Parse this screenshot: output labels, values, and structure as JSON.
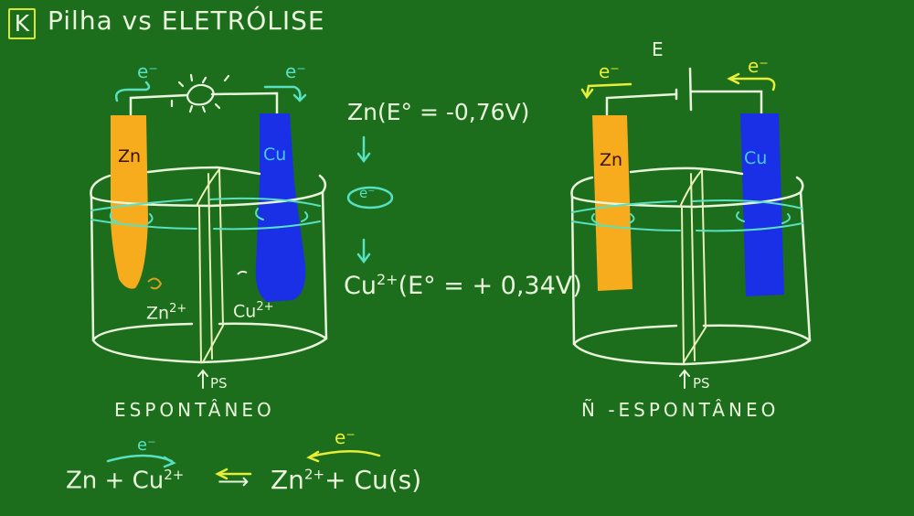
{
  "header": {
    "logo_letter": "K",
    "title": "Pilha   vs   ELETRÓLISE"
  },
  "colors": {
    "board": "#1c6d1c",
    "chalk": "#eaf6dc",
    "cyan": "#58e0c0",
    "yellow": "#e6ee38",
    "zinc": "#f6ac1c",
    "copper": "#1a30e6",
    "logo_border": "#d9e82a"
  },
  "pilha": {
    "electron_left": "e⁻",
    "electron_right": "e⁻",
    "bulb_icon": "light-bulb-icon",
    "anode_label": "Zn",
    "cathode_label": "Cu",
    "ion_left": "Zn",
    "ion_left_charge": "2+",
    "ion_right": "Cu",
    "ion_right_charge": "2+",
    "ps_label": "PS",
    "caption": "ESPONTÂNEO"
  },
  "potentials": {
    "zn": "Zn(E° = -0,76V)",
    "electron": "e⁻",
    "cu_prefix": "Cu",
    "cu_charge": "2+",
    "cu_rest": "(E° = + 0,34V)"
  },
  "equation": {
    "electron_forward": "e⁻",
    "electron_reverse": "e⁻",
    "lhs": "Zn + Cu",
    "lhs_charge": "2+",
    "arrow": "⟶",
    "rhs_zn": "Zn",
    "rhs_charge": "2+",
    "rhs_rest": "+ Cu(s)"
  },
  "eletrolise": {
    "source_label": "E",
    "electron_left": "e⁻",
    "electron_right": "e⁻",
    "anode_label": "Zn",
    "cathode_label": "Cu",
    "ps_label": "PS",
    "caption": "Ñ -ESPONTÂNEO"
  }
}
